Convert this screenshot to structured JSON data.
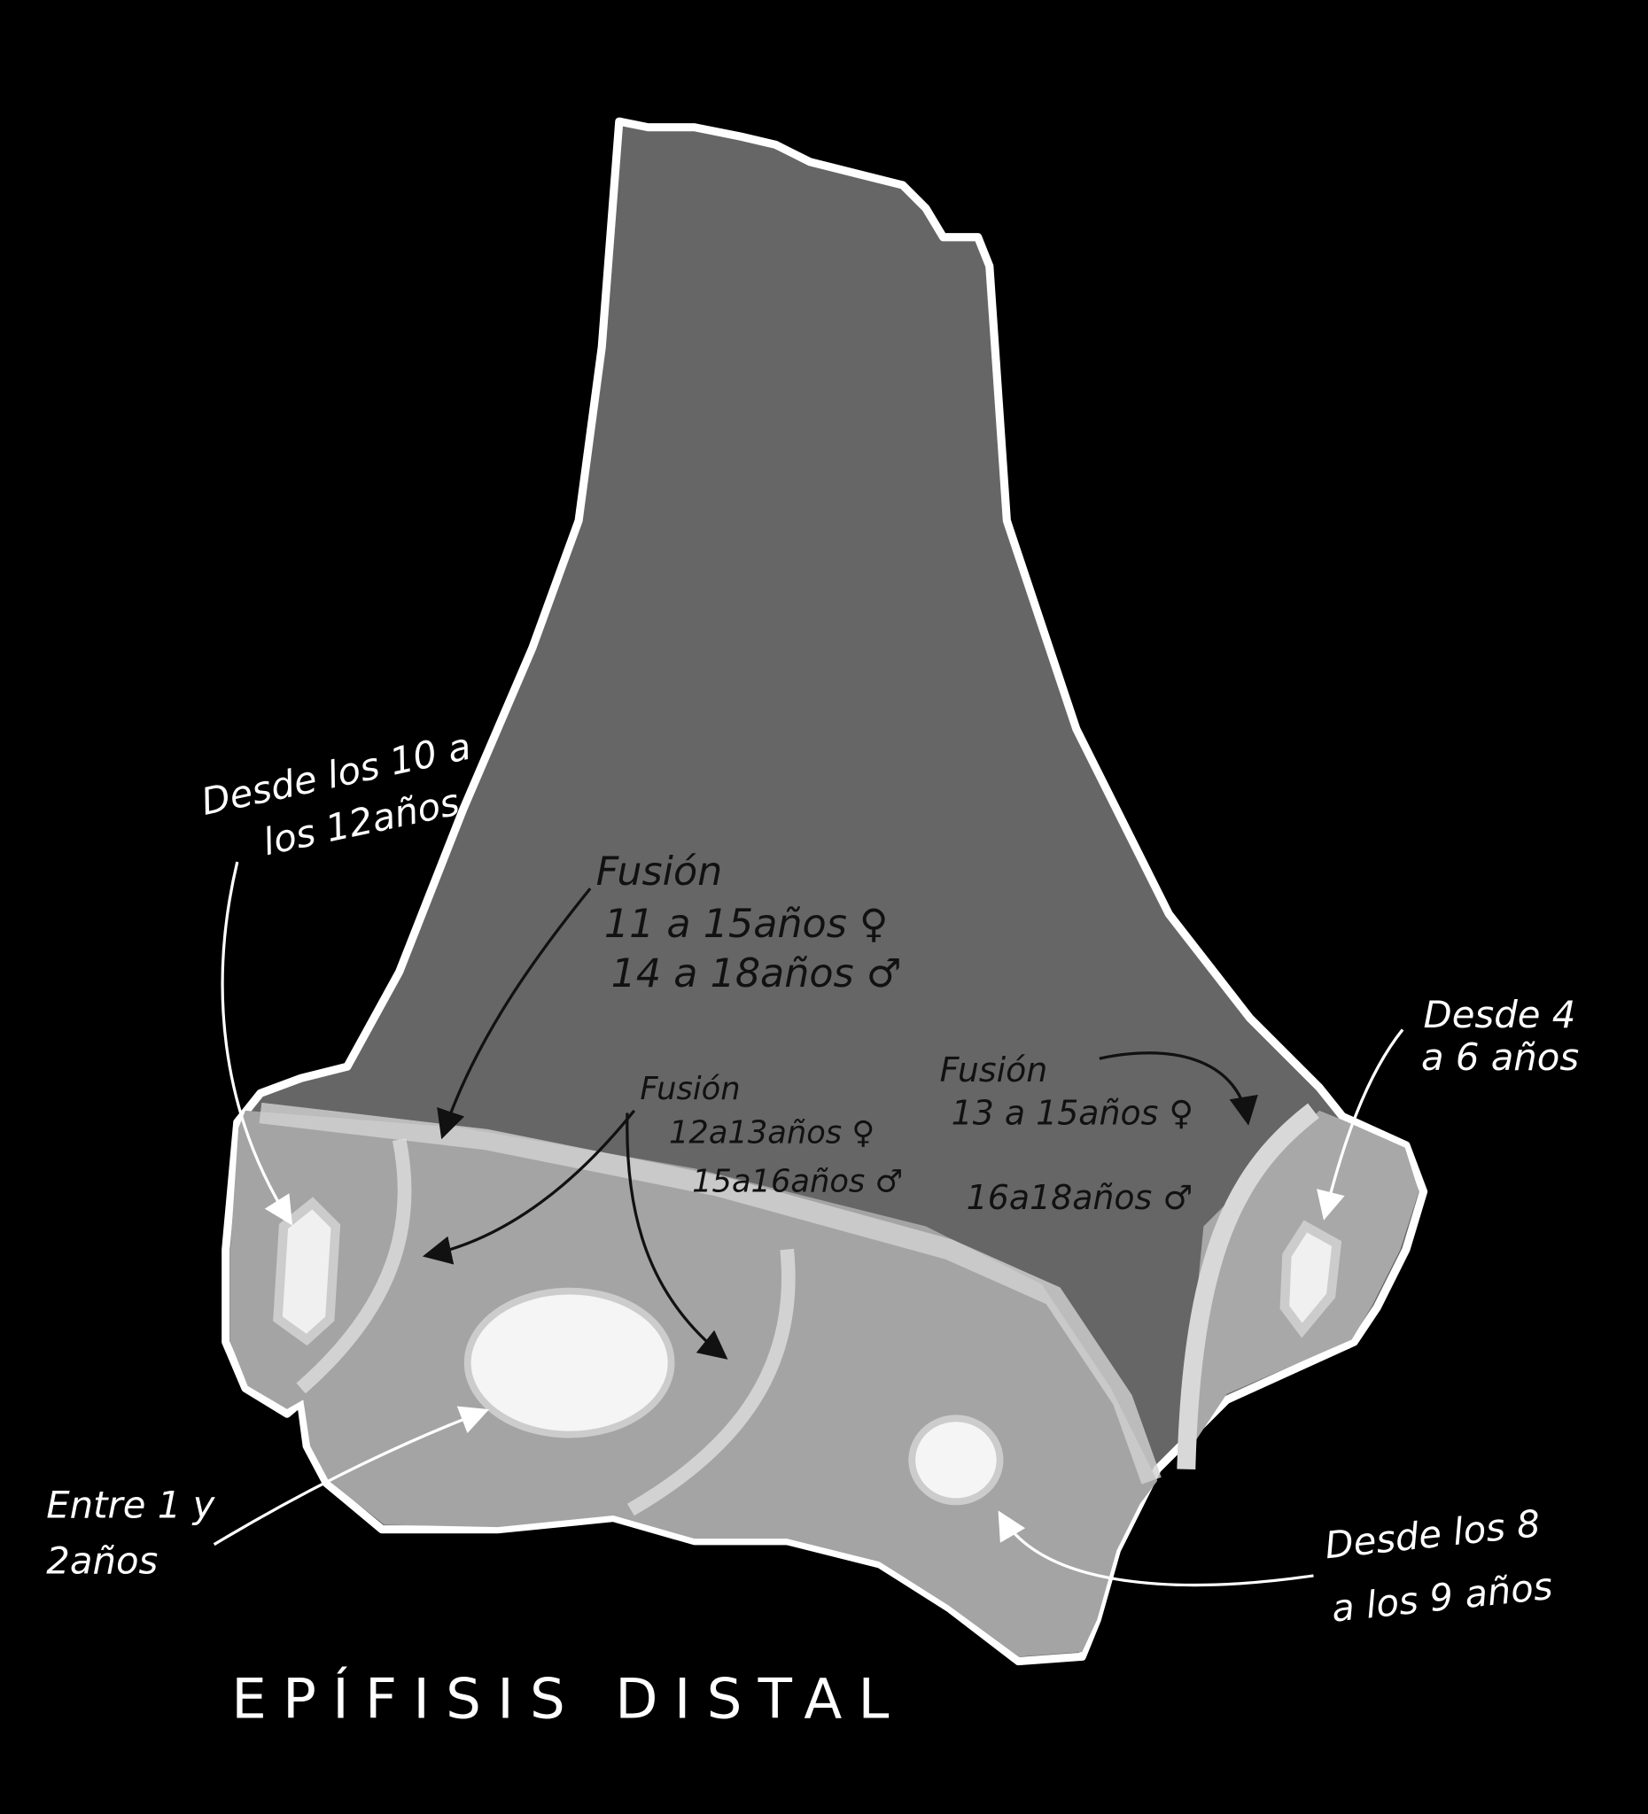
{
  "title": "EPÍFISIS DISTAL",
  "colors": {
    "background": "#000000",
    "diaphysis": "#666666",
    "epiphysis": "#a4a4a4",
    "outline": "#ffffff",
    "ossification": "#f0f0f0"
  },
  "annotations": {
    "lateral_epicondyle": {
      "line1": "Desde los 10 a",
      "line2": "los 12años"
    },
    "medial_epicondyle": {
      "line1": "Desde 4",
      "line2": "a 6 años"
    },
    "capitulum": {
      "line1": "Entre 1 y",
      "line2": "2años"
    },
    "trochlea": {
      "line1": "Desde los 8",
      "line2": "a los 9 años"
    },
    "fusion_main": {
      "label": "Fusión",
      "female": "11 a 15años ♀",
      "male": "14 a 18años ♂"
    },
    "fusion_middle": {
      "label": "Fusión",
      "female": "12a13años ♀",
      "male": "15a16años ♂"
    },
    "fusion_right": {
      "label": "Fusión",
      "female": "13 a 15años ♀",
      "male": "16a18años ♂"
    }
  }
}
